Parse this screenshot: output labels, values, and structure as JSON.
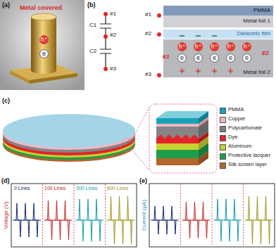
{
  "diagram": {
    "nodes": [
      {
        "text": [
          "PMMA"
        ]
      },
      {
        "text": [
          "Metal foil 1"
        ]
      },
      {
        "text": [
          "Dielectric film"
        ]
      },
      {
        "text": [
          "Metal foil 2"
        ]
      }
    ],
    "labels": [
      "(a)",
      "Metal covered",
      "h⁺",
      "e",
      "(b)",
      "#1",
      "#2",
      "#3",
      "C1",
      "C2",
      "#1",
      "#2",
      "#3",
      "E1",
      "E2",
      "h⁺",
      "h⁺",
      "h⁺",
      "h⁺",
      "h⁺",
      "e",
      "e",
      "e",
      "e",
      "e",
      "(c)",
      "(d)",
      "Voltage (V)",
      "0 Lines",
      "100 Lines",
      "300 Lines",
      "600 Lines",
      "(e)",
      "Current (μA)"
    ],
    "legend": [
      {
        "text": "PMMA",
        "color": "#17a2b8"
      },
      {
        "text": "Copper",
        "color": "#f4b6c2"
      },
      {
        "text": "Polycarbonate",
        "color": "#7f7f7f"
      },
      {
        "text": "Dye",
        "color": "#e3242b"
      },
      {
        "text": "Aluminum",
        "color": "#c9d12e"
      },
      {
        "text": "Protective lacquer",
        "color": "#1f9e4a"
      },
      {
        "text": "Silk screen layer",
        "color": "#b3652b"
      }
    ]
  }
}
